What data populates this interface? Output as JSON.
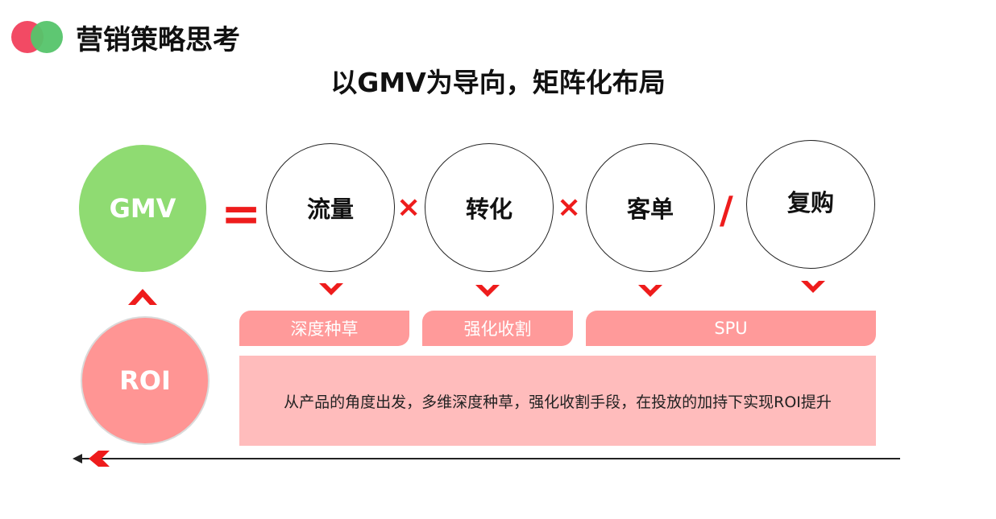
{
  "header": {
    "title": "营销策略思考",
    "logo_colors": [
      "#f24a64",
      "#55c46a"
    ]
  },
  "main_title": "以GMV为导向，矩阵化布局",
  "formula": {
    "result": "GMV",
    "equals": "=",
    "factors": [
      "流量",
      "转化",
      "客单",
      "复购"
    ],
    "operators": [
      "×",
      "×",
      "/"
    ],
    "base": "ROI"
  },
  "tags": [
    "深度种草",
    "强化收割",
    "SPU"
  ],
  "description": "从产品的角度出发，多维深度种草，强化收割手段，在投放的加持下实现ROI提升",
  "colors": {
    "gmv_circle": "#8fdb72",
    "roi_circle": "#ff9594",
    "accent_red": "#ee1c1c",
    "tag_bg": "#ff9a9a",
    "desc_bg": "#ffbcbc"
  }
}
